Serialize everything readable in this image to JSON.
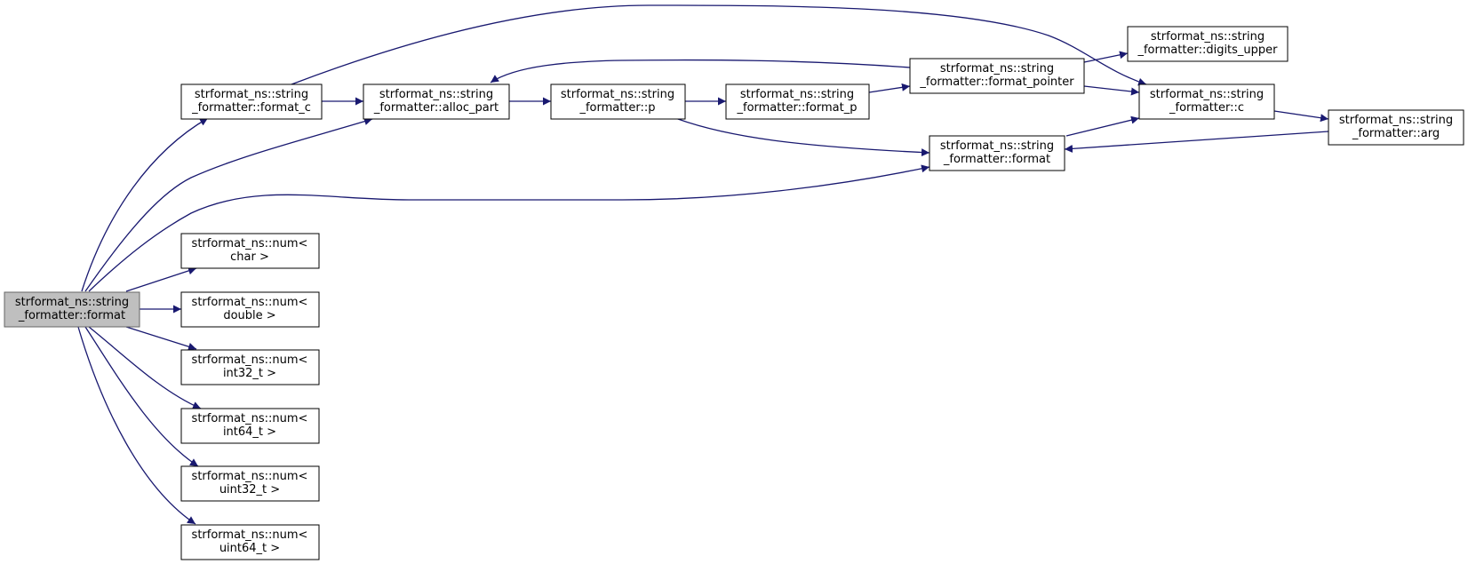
{
  "diagram": {
    "kind": "call-graph",
    "edge_color": "#191970",
    "root_fill": "#bfbfbf",
    "nodes": {
      "root": {
        "lines": [
          "strformat_ns::string",
          "_formatter::format"
        ],
        "highlighted": true
      },
      "format_c": {
        "lines": [
          "strformat_ns::string",
          "_formatter::format_c"
        ]
      },
      "alloc_part": {
        "lines": [
          "strformat_ns::string",
          "_formatter::alloc_part"
        ]
      },
      "p": {
        "lines": [
          "strformat_ns::string",
          "_formatter::p"
        ]
      },
      "format_p": {
        "lines": [
          "strformat_ns::string",
          "_formatter::format_p"
        ]
      },
      "format_pointer": {
        "lines": [
          "strformat_ns::string",
          "_formatter::format_pointer"
        ]
      },
      "digits_upper": {
        "lines": [
          "strformat_ns::string",
          "_formatter::digits_upper"
        ]
      },
      "c": {
        "lines": [
          "strformat_ns::string",
          "_formatter::c"
        ]
      },
      "arg": {
        "lines": [
          "strformat_ns::string",
          "_formatter::arg"
        ]
      },
      "format": {
        "lines": [
          "strformat_ns::string",
          "_formatter::format"
        ]
      },
      "num_char": {
        "lines": [
          "strformat_ns::num<",
          "char >"
        ]
      },
      "num_double": {
        "lines": [
          "strformat_ns::num<",
          "double >"
        ]
      },
      "num_int32": {
        "lines": [
          "strformat_ns::num<",
          "int32_t >"
        ]
      },
      "num_int64": {
        "lines": [
          "strformat_ns::num<",
          "int64_t >"
        ]
      },
      "num_uint32": {
        "lines": [
          "strformat_ns::num<",
          "uint32_t >"
        ]
      },
      "num_uint64": {
        "lines": [
          "strformat_ns::num<",
          "uint64_t >"
        ]
      }
    },
    "edges": [
      {
        "from": "root",
        "to": "format_c"
      },
      {
        "from": "root",
        "to": "alloc_part"
      },
      {
        "from": "root",
        "to": "format"
      },
      {
        "from": "root",
        "to": "num_char"
      },
      {
        "from": "root",
        "to": "num_double"
      },
      {
        "from": "root",
        "to": "num_int32"
      },
      {
        "from": "root",
        "to": "num_int64"
      },
      {
        "from": "root",
        "to": "num_uint32"
      },
      {
        "from": "root",
        "to": "num_uint64"
      },
      {
        "from": "format_c",
        "to": "alloc_part"
      },
      {
        "from": "format_c",
        "to": "c"
      },
      {
        "from": "alloc_part",
        "to": "p"
      },
      {
        "from": "p",
        "to": "format_p"
      },
      {
        "from": "p",
        "to": "format"
      },
      {
        "from": "format_p",
        "to": "format_pointer"
      },
      {
        "from": "format_pointer",
        "to": "alloc_part"
      },
      {
        "from": "format_pointer",
        "to": "digits_upper"
      },
      {
        "from": "format_pointer",
        "to": "c"
      },
      {
        "from": "format",
        "to": "c"
      },
      {
        "from": "c",
        "to": "arg"
      },
      {
        "from": "arg",
        "to": "format"
      }
    ]
  }
}
